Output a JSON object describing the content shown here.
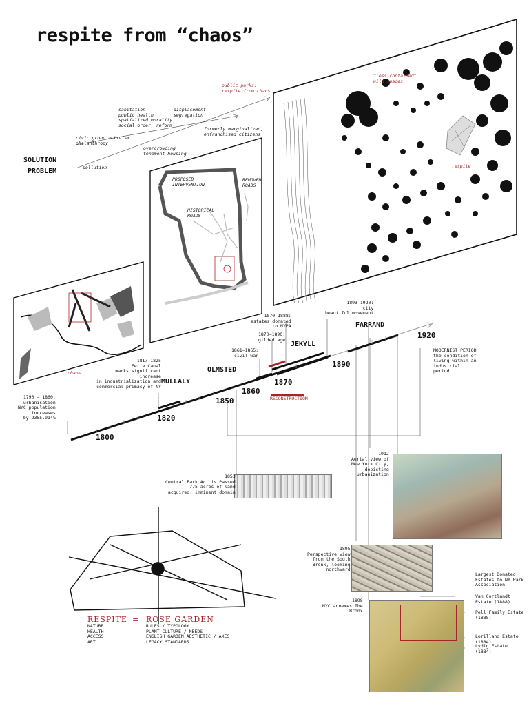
{
  "title": "respite from “chaos”",
  "flow": {
    "public_parks": "public parks:\nrespite from chaos",
    "sanitation": "sanitation\npublic health\nspatialized morality\nsocial order, reform",
    "displacement": "displacement\nsegregation",
    "civic": "civic group activism\nphilanthropy",
    "marginalized": "formerly marginalized,\nenfranchised citizens",
    "overcrowding": "overcrowding\ntenement housing",
    "pollution": "pollution",
    "solution": "SOLUTION",
    "problem": "PROBLEM"
  },
  "map_labels": {
    "less_contained": "“less contained”\nwild spaces",
    "respite": "respite",
    "chaos": "chaos",
    "proposed": "PROPOSED\nINTERVENTION",
    "removed": "REMOVED\nROADS",
    "historical": "HISTORICAL\nROADS"
  },
  "timeline": {
    "years": [
      "1800",
      "1820",
      "1850",
      "1860",
      "1870",
      "1890",
      "1920"
    ],
    "people": [
      "MULLALY",
      "OLMSTED",
      "JEKYLL",
      "FARRAND"
    ],
    "reconstruction": "RECONSTRUCTION",
    "events": {
      "urbanisation": "1790 – 1860:\nurbanisation\nNYC population\nincreases\nby 2355.914%",
      "erie": "1817–1825\nEerie Canal\nmarks significant\nincrease\nin industrialization and\ncommercial primacy of NY",
      "civil_war": "1861–1865:\ncivil war",
      "estates": "1870–1888:\nestates donated\nto NYPA",
      "gilded": "1870–1890:\ngilded age",
      "city_beautiful": "1893–1920:\ncity\nbeautiful movement",
      "modernist": "MODERNIST PERIOD\nthe condition of\nliving within an\nindustrial\nperiod",
      "central_park": "1853\nCentral Park Act is Passed\n775 acres of land\nacquired, imminent domain",
      "aerial": "1912\nAerial view of\nNew York City,\ndepicting\nurbanization",
      "perspective": "1895\nPerspective view\nfrom the South\nBronx, looking\nnorthward",
      "annex": "1898\nNYC annexes The\nBronx"
    }
  },
  "estates": {
    "heading": "Largest Donated\nEstates to NY Park\nAssociation",
    "van_cortlandt": "Van Cortlandt\nEstate (1888)",
    "pell": "Pell Family Estate\n(1888)",
    "lorilland": "Lorilland Estate\n(1884)",
    "lydig": "Lydig Estate\n(1884)"
  },
  "equation": {
    "respite": "RESPITE",
    "eq": "=",
    "rose": "ROSE GARDEN",
    "left": [
      "NATURE",
      "HEALTH",
      "ACCESS",
      "ART"
    ],
    "right": [
      "RULES / TYPOLOGY",
      "PLANT CULTURE / NEEDS",
      "ENGLISH GARDEN AESTHETIC / AXES",
      "LEGACY STANDARDS"
    ]
  },
  "colors": {
    "accent": "#a3262a",
    "ink": "#111111"
  }
}
